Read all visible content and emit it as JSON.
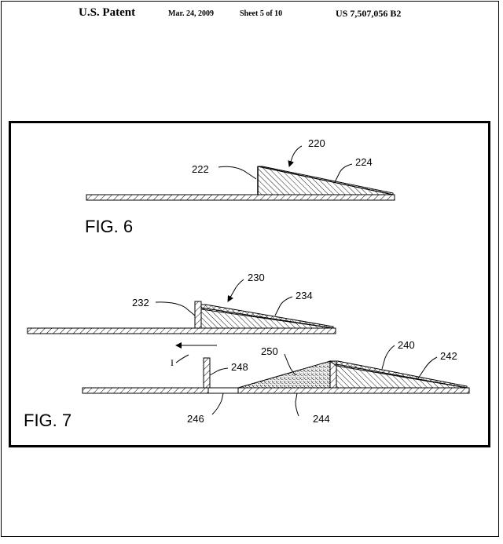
{
  "header": {
    "title": "U.S. Patent",
    "date": "Mar. 24, 2009",
    "sheet": "Sheet 5 of 10",
    "patent_number": "US 7,507,056 B2"
  },
  "figures": {
    "fig6": {
      "label": "FIG. 6",
      "refs": {
        "r220": "220",
        "r222": "222",
        "r224": "224"
      }
    },
    "fig7": {
      "label": "FIG. 7",
      "refs": {
        "r230": "230",
        "r232": "232",
        "r234": "234",
        "r240": "240",
        "r242": "242",
        "r244": "244",
        "r246": "246",
        "r248": "248",
        "r250": "250"
      },
      "arrow_label": "I"
    }
  }
}
